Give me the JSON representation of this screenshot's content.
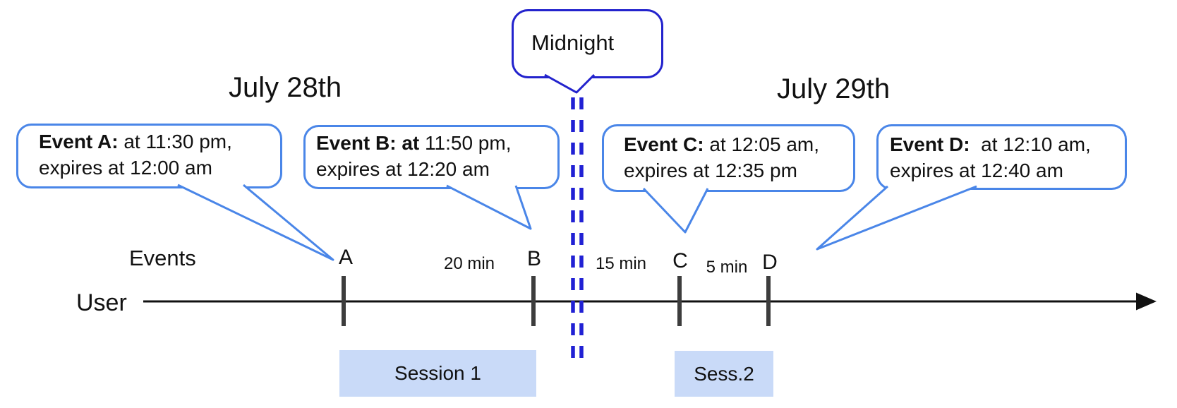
{
  "title_dates": {
    "left": "July 28th",
    "right": "July 29th"
  },
  "midnight_callout": {
    "label": "Midnight"
  },
  "event_callouts": [
    {
      "tick": "A",
      "bold": "Event A:",
      "line1_rest": " at 11:30 pm,",
      "line2": "expires at 12:00 am"
    },
    {
      "tick": "B",
      "bold": "Event B: at",
      "line1_rest": " 11:50 pm,",
      "line2": "expires at 12:20 am"
    },
    {
      "tick": "C",
      "bold": "Event C:",
      "line1_rest": " at 12:05 am,",
      "line2": "expires at 12:35 pm"
    },
    {
      "tick": "D",
      "bold": "Event D:",
      "line1_rest": "  at 12:10 am,",
      "line2": "expires at 12:40 am"
    }
  ],
  "axis": {
    "row_label": "Events",
    "user_label": "User"
  },
  "intervals": [
    {
      "label": "20 min"
    },
    {
      "label": "15 min"
    },
    {
      "label": "5 min"
    }
  ],
  "sessions": [
    {
      "label": "Session 1"
    },
    {
      "label": "Sess.2"
    }
  ],
  "colors": {
    "event_callout_border": "#4a86e8",
    "midnight_callout_border": "#2323cd",
    "midnight_dashed_line": "#2121d4",
    "session_fill": "#c9daf8",
    "tick": "#3d3d3d",
    "axis": "#111111"
  }
}
